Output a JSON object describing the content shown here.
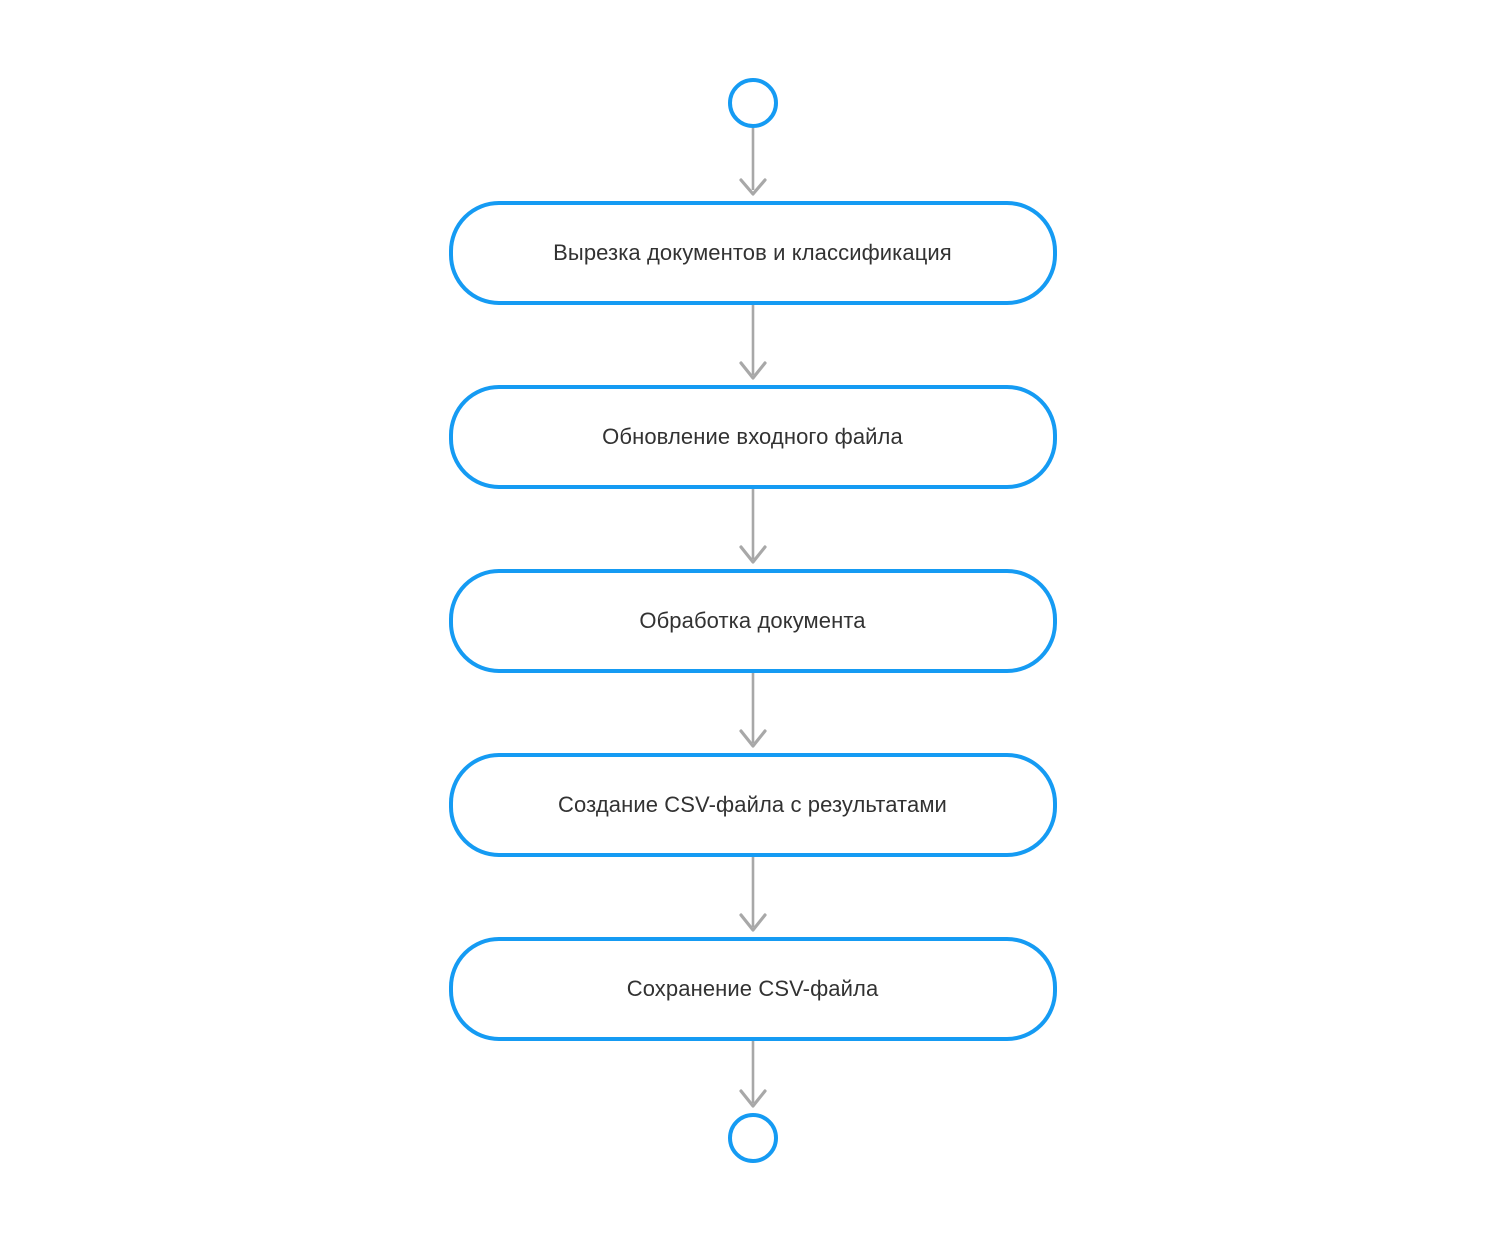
{
  "diagram": {
    "type": "flowchart",
    "orientation": "vertical",
    "background_color": "#ffffff",
    "accent_color": "#159bf3",
    "text_color": "#323232",
    "connector_color": "#a8a8a8",
    "start_node": {
      "shape": "circle",
      "label": ""
    },
    "end_node": {
      "shape": "circle",
      "label": ""
    },
    "steps": [
      {
        "label": "Вырезка документов и классификация"
      },
      {
        "label": "Обновление входного файла"
      },
      {
        "label": "Обработка документа"
      },
      {
        "label": "Создание CSV-файла с результатами"
      },
      {
        "label": "Сохранение CSV-файла"
      }
    ],
    "connectors": [
      {
        "from": "start",
        "to": "step-1"
      },
      {
        "from": "step-1",
        "to": "step-2"
      },
      {
        "from": "step-2",
        "to": "step-3"
      },
      {
        "from": "step-3",
        "to": "step-4"
      },
      {
        "from": "step-4",
        "to": "step-5"
      },
      {
        "from": "step-5",
        "to": "end"
      }
    ]
  }
}
